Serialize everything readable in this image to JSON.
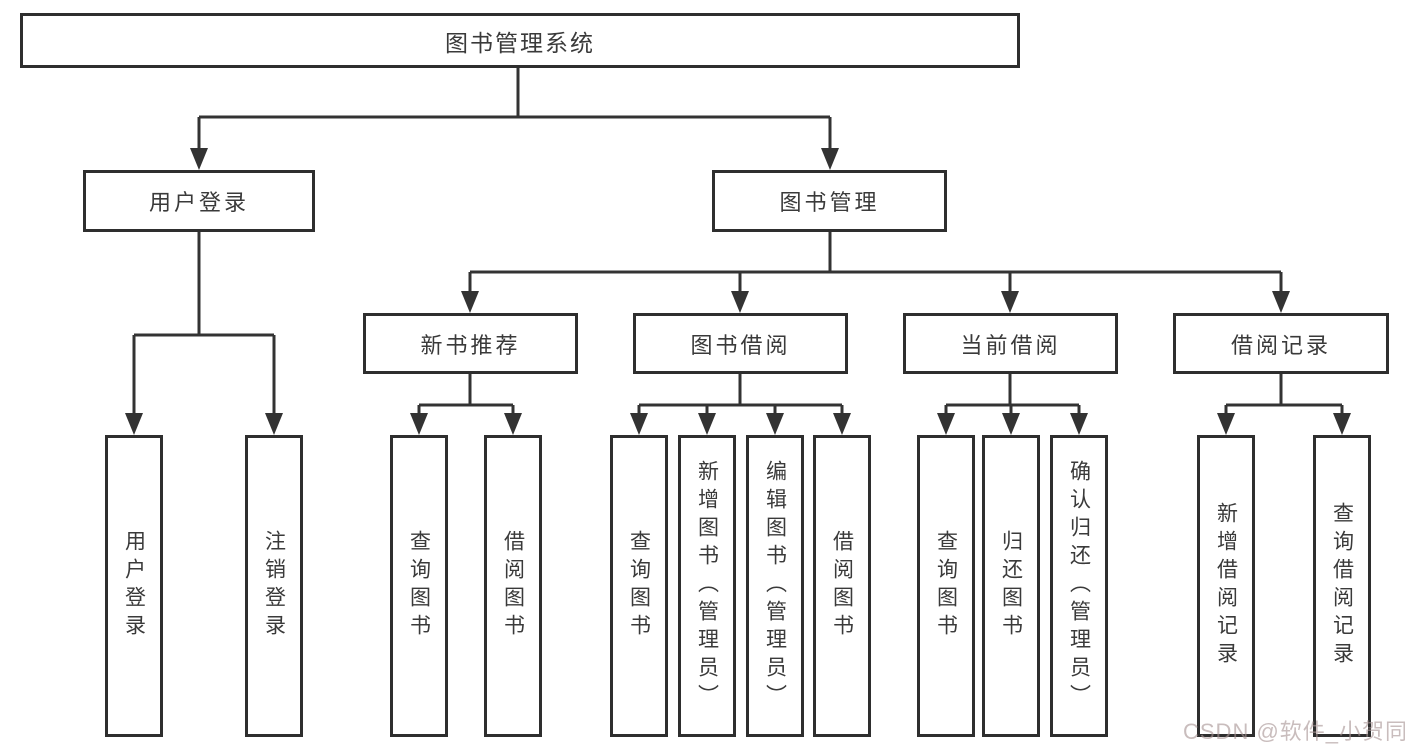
{
  "watermark": {
    "text": "CSDN @软件_小贺同学",
    "color": "#a89494"
  },
  "colors": {
    "line": "#333333",
    "box_border": "#2e2e2e",
    "text": "#3a3a3a",
    "box_fill": "#ffffff",
    "background": "#ffffff"
  },
  "tree": {
    "root": {
      "label": "图书管理系统"
    },
    "children": [
      {
        "label": "用户登录",
        "children": [
          {
            "label": "用户登录"
          },
          {
            "label": "注销登录"
          }
        ]
      },
      {
        "label": "图书管理",
        "children": [
          {
            "label": "新书推荐",
            "children": [
              {
                "label": "查询图书"
              },
              {
                "label": "借阅图书"
              }
            ]
          },
          {
            "label": "图书借阅",
            "children": [
              {
                "label": "查询图书"
              },
              {
                "label": "新增图书（管理员）"
              },
              {
                "label": "编辑图书（管理员）"
              },
              {
                "label": "借阅图书"
              }
            ]
          },
          {
            "label": "当前借阅",
            "children": [
              {
                "label": "查询图书"
              },
              {
                "label": "归还图书"
              },
              {
                "label": "确认归还（管理员）"
              }
            ]
          },
          {
            "label": "借阅记录",
            "children": [
              {
                "label": "新增借阅记录"
              },
              {
                "label": "查询借阅记录"
              }
            ]
          }
        ]
      }
    ]
  }
}
